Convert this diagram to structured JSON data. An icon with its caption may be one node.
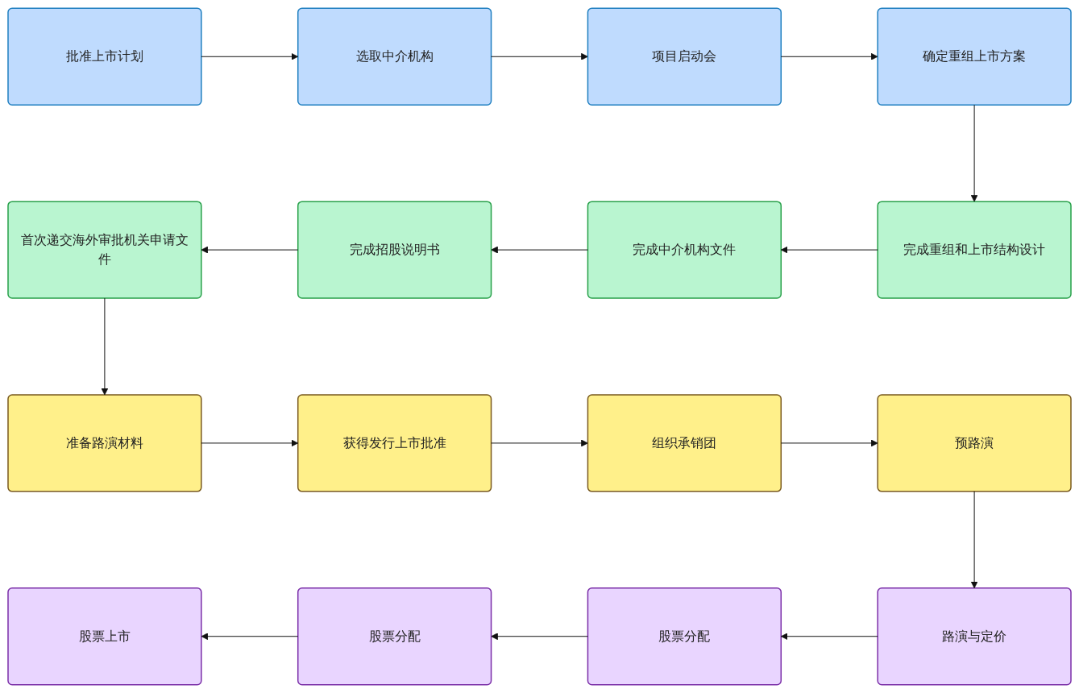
{
  "diagram": {
    "nodes": [
      {
        "text": [
          "批准上市计划"
        ]
      },
      {
        "text": [
          "选取中介机构"
        ]
      },
      {
        "text": [
          "项目启动会"
        ]
      },
      {
        "text": [
          "确定重组上市方案"
        ]
      },
      {
        "text": [
          "首次递交海外审批机关申请文件"
        ]
      },
      {
        "text": [
          "完成招股说明书"
        ]
      },
      {
        "text": [
          "完成中介机构文件"
        ]
      },
      {
        "text": [
          "完成重组和上市结构设计"
        ]
      },
      {
        "text": [
          "准备路演材料"
        ]
      },
      {
        "text": [
          "获得发行上市批准"
        ]
      },
      {
        "text": [
          "组织承销团"
        ]
      },
      {
        "text": [
          "预路演"
        ]
      },
      {
        "text": [
          "股票上市"
        ]
      },
      {
        "text": [
          "股票分配"
        ]
      },
      {
        "text": [
          "股票分配"
        ]
      },
      {
        "text": [
          "路演与定价"
        ]
      }
    ],
    "edges": [
      {
        "from": 0,
        "to": 1,
        "arrow": "to"
      },
      {
        "from": 1,
        "to": 2,
        "arrow": "to"
      },
      {
        "from": 2,
        "to": 3,
        "arrow": "to"
      },
      {
        "from": 3,
        "to": 7,
        "arrow": "to"
      },
      {
        "from": 7,
        "to": 6,
        "arrow": "to"
      },
      {
        "from": 6,
        "to": 5,
        "arrow": "to"
      },
      {
        "from": 5,
        "to": 4,
        "arrow": "to"
      },
      {
        "from": 4,
        "to": 8,
        "arrow": "to"
      },
      {
        "from": 8,
        "to": 9,
        "arrow": "to"
      },
      {
        "from": 9,
        "to": 10,
        "arrow": "to"
      },
      {
        "from": 10,
        "to": 11,
        "arrow": "to"
      },
      {
        "from": 11,
        "to": 15,
        "arrow": "to"
      },
      {
        "from": 15,
        "to": 14,
        "arrow": "to"
      },
      {
        "from": 14,
        "to": 13,
        "arrow": "to"
      },
      {
        "from": 13,
        "to": 12,
        "arrow": "to"
      }
    ]
  }
}
